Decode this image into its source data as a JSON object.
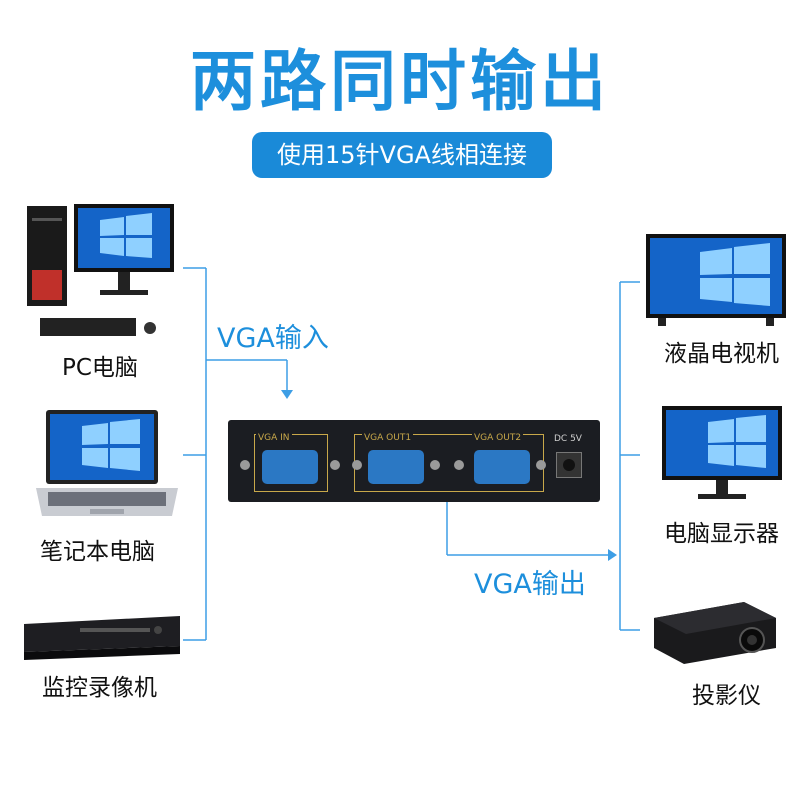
{
  "title": "两路同时输出",
  "subtitle": "使用15针VGA线相连接",
  "input_label": "VGA输入",
  "output_label": "VGA输出",
  "sources": [
    {
      "label": "PC电脑"
    },
    {
      "label": "笔记本电脑"
    },
    {
      "label": "监控录像机"
    }
  ],
  "outputs": [
    {
      "label": "液晶电视机"
    },
    {
      "label": "电脑显示器"
    },
    {
      "label": "投影仪"
    }
  ],
  "device": {
    "port_in": "VGA IN",
    "port_out1": "VGA OUT1",
    "port_out2": "VGA OUT2",
    "power": "DC 5V"
  },
  "colors": {
    "accent": "#1d8fdc",
    "line": "#3d9ee5",
    "device": "#1b1d22"
  }
}
